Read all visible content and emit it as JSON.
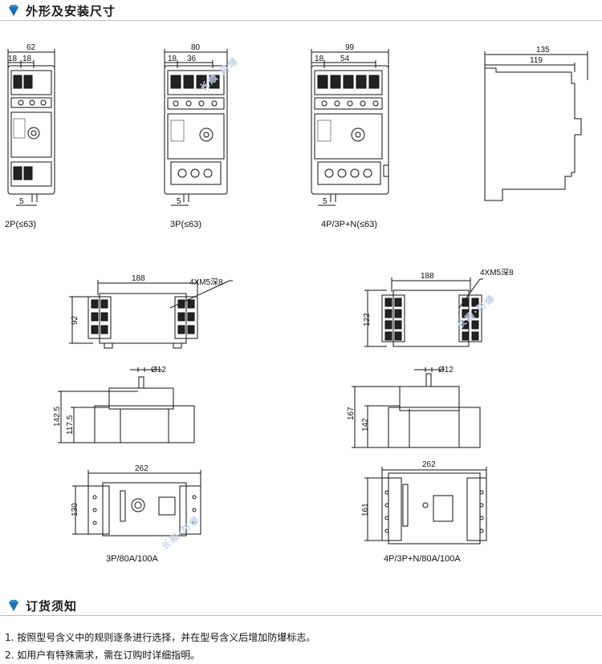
{
  "sections": {
    "dimensions_title": "外形及安装尺寸",
    "ordering_title": "订货须知"
  },
  "dims": {
    "d2p_w": "62",
    "d2p_a": "18",
    "d2p_b": "18",
    "d2p_5": "5",
    "d3p_w": "80",
    "d3p_a": "18",
    "d3p_b": "36",
    "d3p_5": "5",
    "d4p_w": "99",
    "d4p_a": "18",
    "d4p_b": "54",
    "d4p_5": "5",
    "side_w": "135",
    "side_b": "119",
    "l_w": "188",
    "l_screw": "4XM5深8",
    "l_h": "92",
    "l_shaft": "Ø12",
    "l_h1": "142.5",
    "l_h2": "117.5",
    "l_bw": "262",
    "l_bh": "130",
    "r_w": "188",
    "r_screw": "4XM5深8",
    "r_h": "122",
    "r_shaft": "Ø12",
    "r_h1": "167",
    "r_h2": "142",
    "r_bw": "262",
    "r_bh": "161"
  },
  "captions": {
    "c2p": "2P(≤63)",
    "c3p": "3P(≤63)",
    "c4p": "4P/3P+N(≤63)",
    "c3p_big": "3P/80A/100A",
    "c4p_big": "4P/3P+N/80A/100A"
  },
  "watermark": "长顺·防爆",
  "notes": [
    "1. 按照型号含义中的规则逐条进行选择，并在型号含义后增加防爆标志。",
    "2. 如用户有特殊需求，需在订购时详细指明。"
  ],
  "colors": {
    "accent": "#2f8fd6",
    "line": "#111111"
  }
}
